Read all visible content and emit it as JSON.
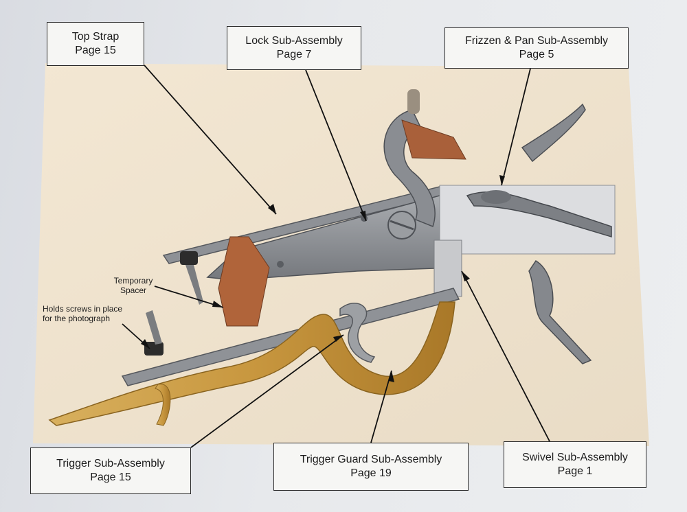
{
  "labels": {
    "top_strap": {
      "title": "Top Strap",
      "page": "Page 15"
    },
    "lock": {
      "title": "Lock Sub-Assembly",
      "page": "Page 7"
    },
    "frizzen": {
      "title": "Frizzen & Pan Sub-Assembly",
      "page": "Page 5"
    },
    "trigger": {
      "title": "Trigger Sub-Assembly",
      "page": "Page 15"
    },
    "trigger_guard": {
      "title": "Trigger Guard Sub-Assembly",
      "page": "Page 19"
    },
    "swivel": {
      "title": "Swivel Sub-Assembly",
      "page": "Page 1"
    }
  },
  "notes": {
    "spacer_line1": "Temporary",
    "spacer_line2": "Spacer",
    "screws_line1": "Holds screws in place",
    "screws_line2": "for the photograph"
  },
  "colors": {
    "photo_bg": "#efe3d0",
    "steel": "#8f9297",
    "steel_dark": "#5c5f64",
    "brass": "#c79a45",
    "wood": "#b0643a"
  }
}
